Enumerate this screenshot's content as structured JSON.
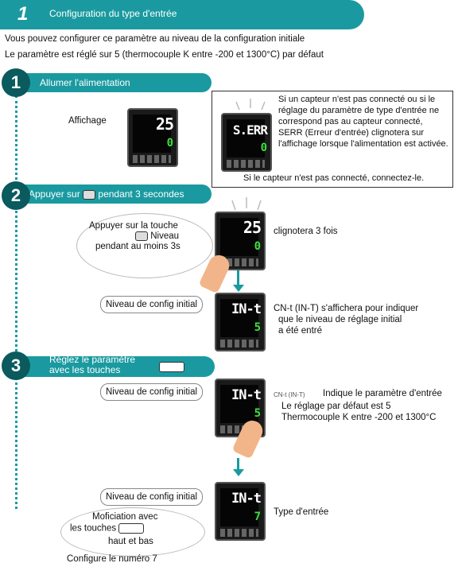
{
  "header": {
    "number": "1",
    "title": "Configuration du type d'entrée"
  },
  "intro": {
    "line1": "Vous pouvez configurer ce paramètre au niveau de la configuration initiale",
    "line2": "Le paramètre est réglé sur 5 (thermocouple K entre -200 et 1300°C) par défaut"
  },
  "step1": {
    "num": "1",
    "label": "Allumer l'alimentation",
    "display_label": "Affichage",
    "device": {
      "top": "25",
      "bottom": "0"
    },
    "error_device": {
      "top": "S.ERR",
      "bottom": "0"
    },
    "error_text": "Si un capteur n'est pas connecté ou si le réglage du paramètre de type d'entrée ne correspond pas au capteur connecté, SERR (Erreur d'entrée) clignotera sur l'affichage lorsque l'alimentation est activée.",
    "error_note": "Si le capteur n'est pas connecté, connectez-le."
  },
  "step2": {
    "num": "2",
    "label_before": "Appuyer sur",
    "label_after": "pendant 3 secondes",
    "bubble_line1": "Appuyer sur la touche",
    "bubble_line2": "Niveau",
    "bubble_line3": "pendant au moins 3s",
    "device": {
      "top": "25",
      "bottom": "0"
    },
    "blink_text": "clignotera 3 fois",
    "level_label": "Niveau de config initial",
    "device2": {
      "top": "IN-t",
      "bottom": "5"
    },
    "cn_text_1": "CN-t (IN-T) s'affichera pour indiquer",
    "cn_text_2": "que le   niveau de réglage initial",
    "cn_text_3": "a été entré"
  },
  "step3": {
    "num": "3",
    "label_1": "Réglez le paramètre",
    "label_2": "avec les touches",
    "level_label_a": "Niveau de config initial",
    "device_a": {
      "top": "IN-t",
      "bottom": "5"
    },
    "param_prefix": "CN-t (IN-T)",
    "param_text": "Indique le paramètre d'entrée",
    "default_1": "Le réglage par défaut est 5",
    "default_2": "Thermocouple K entre -200 et 1300°C",
    "level_label_b": "Niveau de config initial",
    "device_b": {
      "top": "IN-t",
      "bottom": "7"
    },
    "type_text": "Type d'entrée",
    "bubble_line1": "Moficiation avec",
    "bubble_line2": "les touches",
    "bubble_line3": "haut et bas",
    "footer": "Configure le numéro 7"
  },
  "colors": {
    "accent": "#1a9aa0",
    "step_circle": "#0a5a5e",
    "display_green": "#3de03d"
  }
}
